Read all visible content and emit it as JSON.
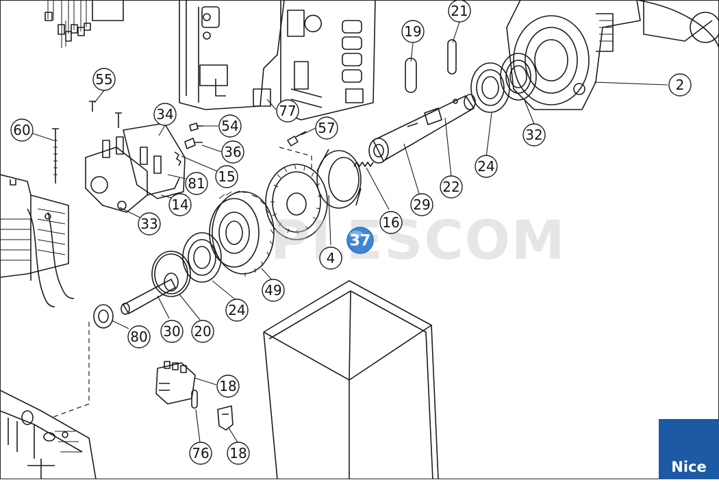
{
  "diagram": {
    "part_numbers": [
      "21",
      "19",
      "2",
      "77",
      "55",
      "54",
      "57",
      "60",
      "34",
      "36",
      "15",
      "32",
      "81",
      "24",
      "14",
      "22",
      "29",
      "33",
      "16",
      "4",
      "49",
      "24",
      "30",
      "20",
      "80",
      "18",
      "76",
      "18"
    ],
    "highlight_label": "37",
    "watermark": "PLESCOM",
    "brand_logo": "Nice",
    "brand_color": "#1c5aa6",
    "highlight_color": "#3f86d6"
  }
}
